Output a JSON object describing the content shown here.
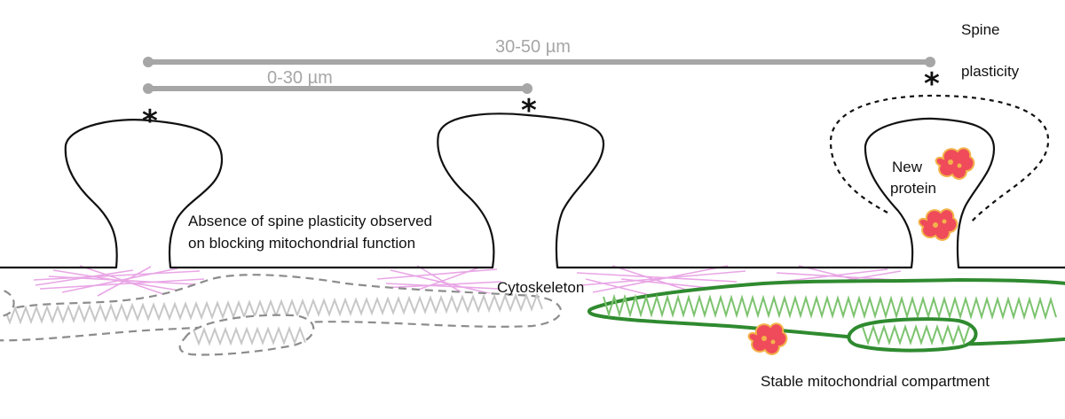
{
  "scale_bars": {
    "long": "30-50 µm",
    "short": "0-30 µm"
  },
  "labels": {
    "spine_plasticity_line1": "Spine",
    "spine_plasticity_line2": "plasticity",
    "new_protein_line1": "New",
    "new_protein_line2": "protein",
    "absence_line1": "Absence of spine plasticity observed",
    "absence_line2": "on blocking mitochondrial function",
    "cytoskeleton": "Cytoskeleton",
    "stable_compartment": "Stable mitochondrial compartment",
    "asterisk": "*"
  },
  "colors": {
    "outline": "#111111",
    "scale_bar": "#a6a6a6",
    "cytoskeleton": "#e9a6e6",
    "mito_inactive_fill": "#ffffff",
    "mito_inactive_stroke": "#8c8c8c",
    "mito_inactive_cristae": "#c7c7c7",
    "mito_active_stroke": "#2f8a2f",
    "mito_active_cristae": "#7cc36e",
    "protein_fill": "#ef4b5a",
    "protein_edge": "#f3b34a"
  }
}
